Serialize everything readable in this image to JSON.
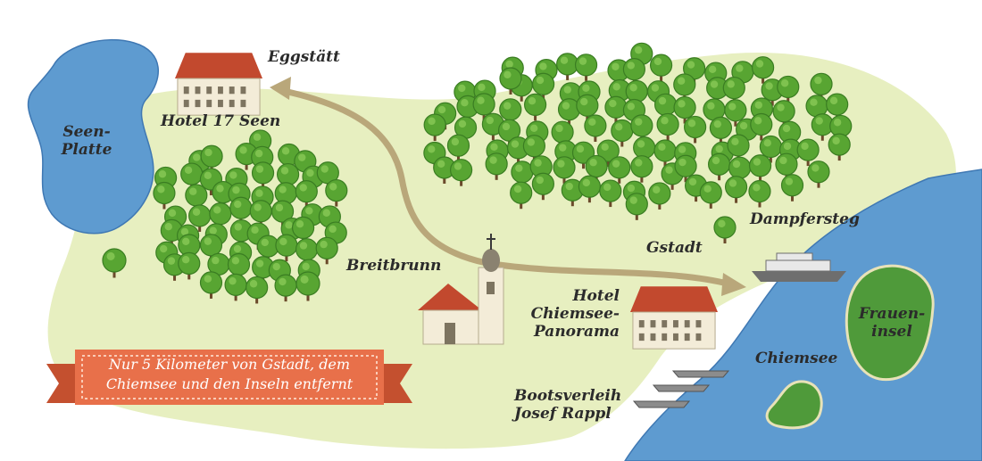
{
  "colors": {
    "lake": "#5e9bd0",
    "lake_dark": "#3f78b3",
    "meadow": "#e7efc0",
    "tree": "#58a532",
    "tree_dark": "#3a7d22",
    "trunk": "#6b4a2b",
    "road": "#b9a77a",
    "roof": "#c2492e",
    "wall": "#f3ecd8",
    "banner": "#e8704a",
    "banner_dark": "#c4502f",
    "island": "#4f9a3a"
  },
  "labels": {
    "seenplatte": [
      "Seen-",
      "Platte"
    ],
    "eggstaett": "Eggstätt",
    "hotel_17_seen": "Hotel 17 Seen",
    "breitbrunn": "Breitbrunn",
    "gstadt": "Gstadt",
    "dampfersteg": "Dampfersteg",
    "hotel_chiemsee": [
      "Hotel",
      "Chiemsee-",
      "Panorama"
    ],
    "chiemsee": "Chiemsee",
    "fraueninsel": [
      "Frauen-",
      "insel"
    ],
    "bootsverleih": [
      "Bootsverleih",
      "Josef Rappl"
    ]
  },
  "banner": {
    "lines": [
      "Nur 5 Kilometer von Gstadt, dem",
      "Chiemsee und den Inseln entfernt"
    ]
  },
  "icons": {
    "hotel_17_seen": "hotel-building-icon",
    "hotel_chiemsee": "hotel-building-icon",
    "church": "church-icon",
    "steamboat": "steamboat-icon",
    "boats": "rowing-boat-icon",
    "route": "route-arrow-icon"
  }
}
